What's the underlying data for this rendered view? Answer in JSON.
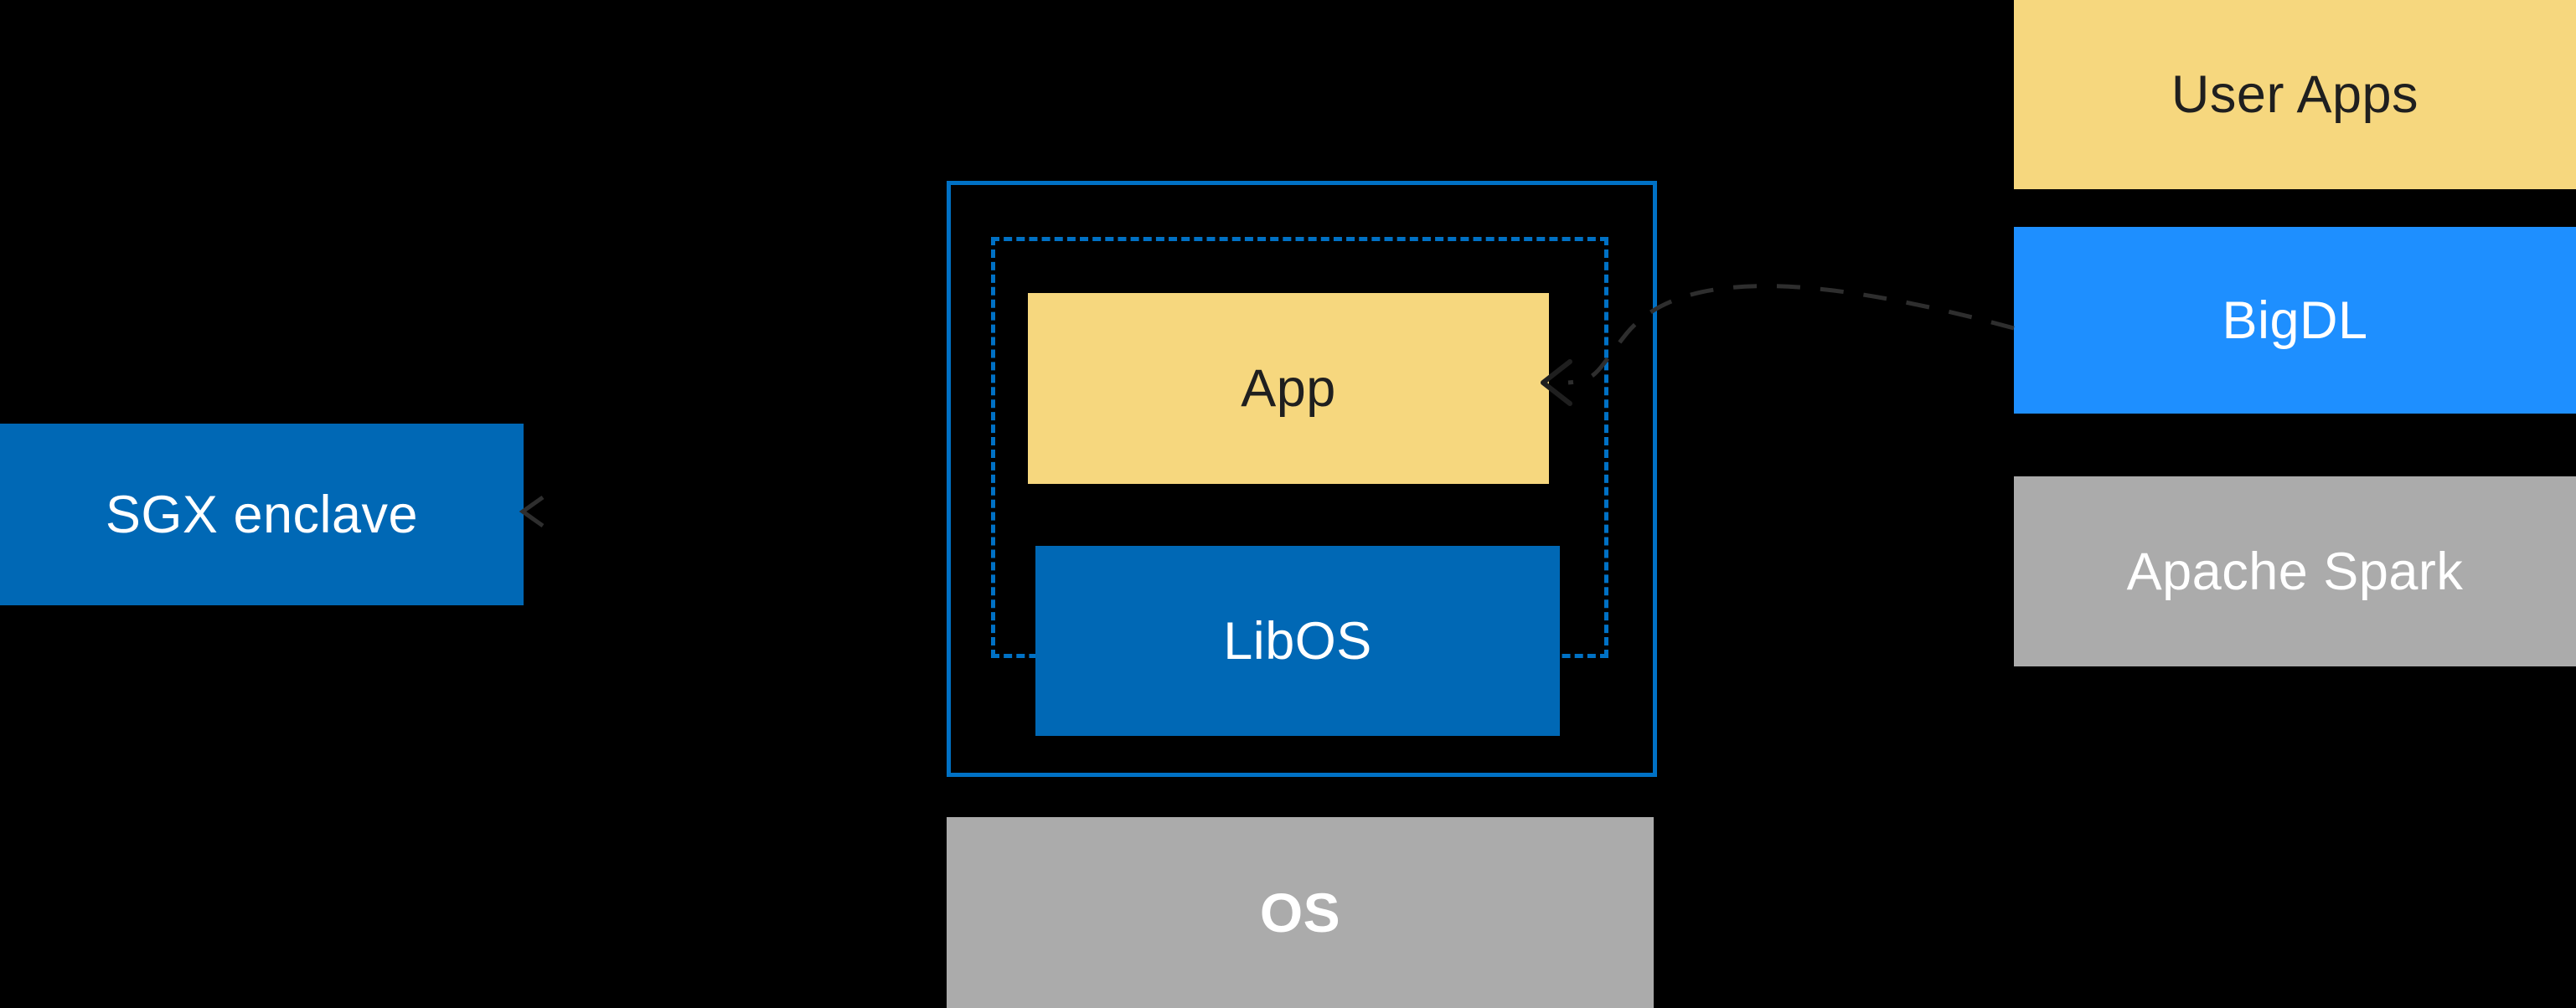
{
  "diagram": {
    "colors": {
      "background": "#000000",
      "intel_blue": "#0068B5",
      "outline_blue": "#0071C5",
      "bright_blue": "#1E8FFF",
      "yellow": "#F6D77E",
      "gray": "#ABABAB",
      "dark_text": "#1F1F1F",
      "white_text": "#FFFFFF",
      "arrow_dark": "#2E2E2E"
    },
    "sgx_label": "SGX enclave",
    "app_label": "App",
    "libos_label": "LibOS",
    "os_label": "OS",
    "stack": {
      "user_apps": "User Apps",
      "bigdl": "BigDL",
      "apache_spark": "Apache Spark"
    }
  }
}
